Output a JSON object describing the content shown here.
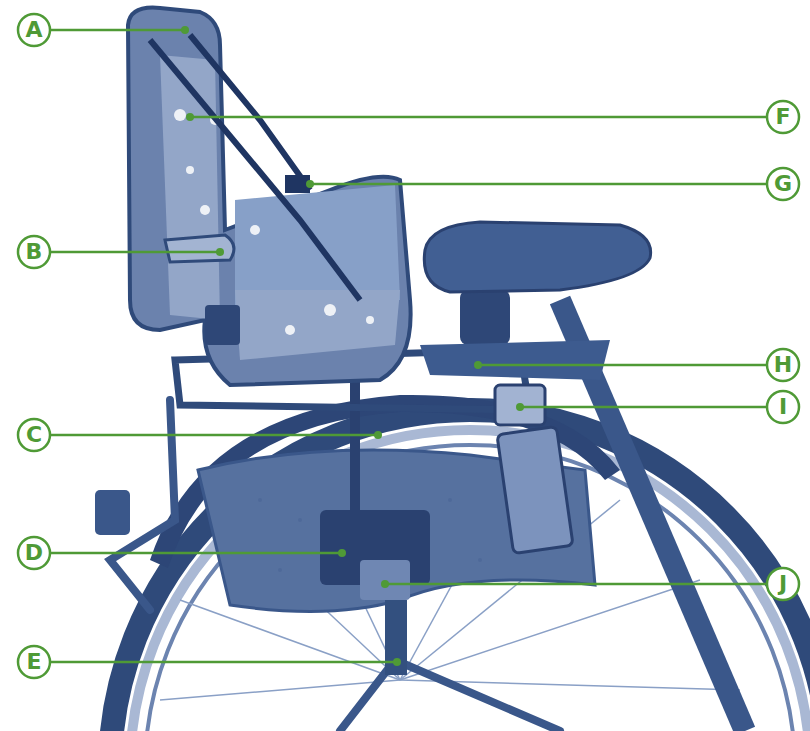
{
  "diagram": {
    "labels": [
      "A",
      "F",
      "G",
      "B",
      "H",
      "I",
      "C",
      "D",
      "J",
      "E"
    ]
  }
}
